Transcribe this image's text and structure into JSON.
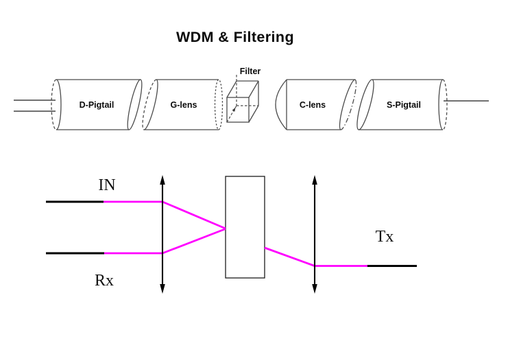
{
  "title": "WDM & Filtering",
  "components": {
    "d_pigtail": "D-Pigtail",
    "g_lens": "G-lens",
    "filter": "Filter",
    "c_lens": "C-lens",
    "s_pigtail": "S-Pigtail"
  },
  "ray_labels": {
    "input": "IN",
    "receive": "Rx",
    "transmit": "Tx"
  },
  "colors": {
    "beam": "#ff00ff",
    "component_outline": "#4a4a4a",
    "ink": "#000000",
    "background": "#ffffff"
  }
}
